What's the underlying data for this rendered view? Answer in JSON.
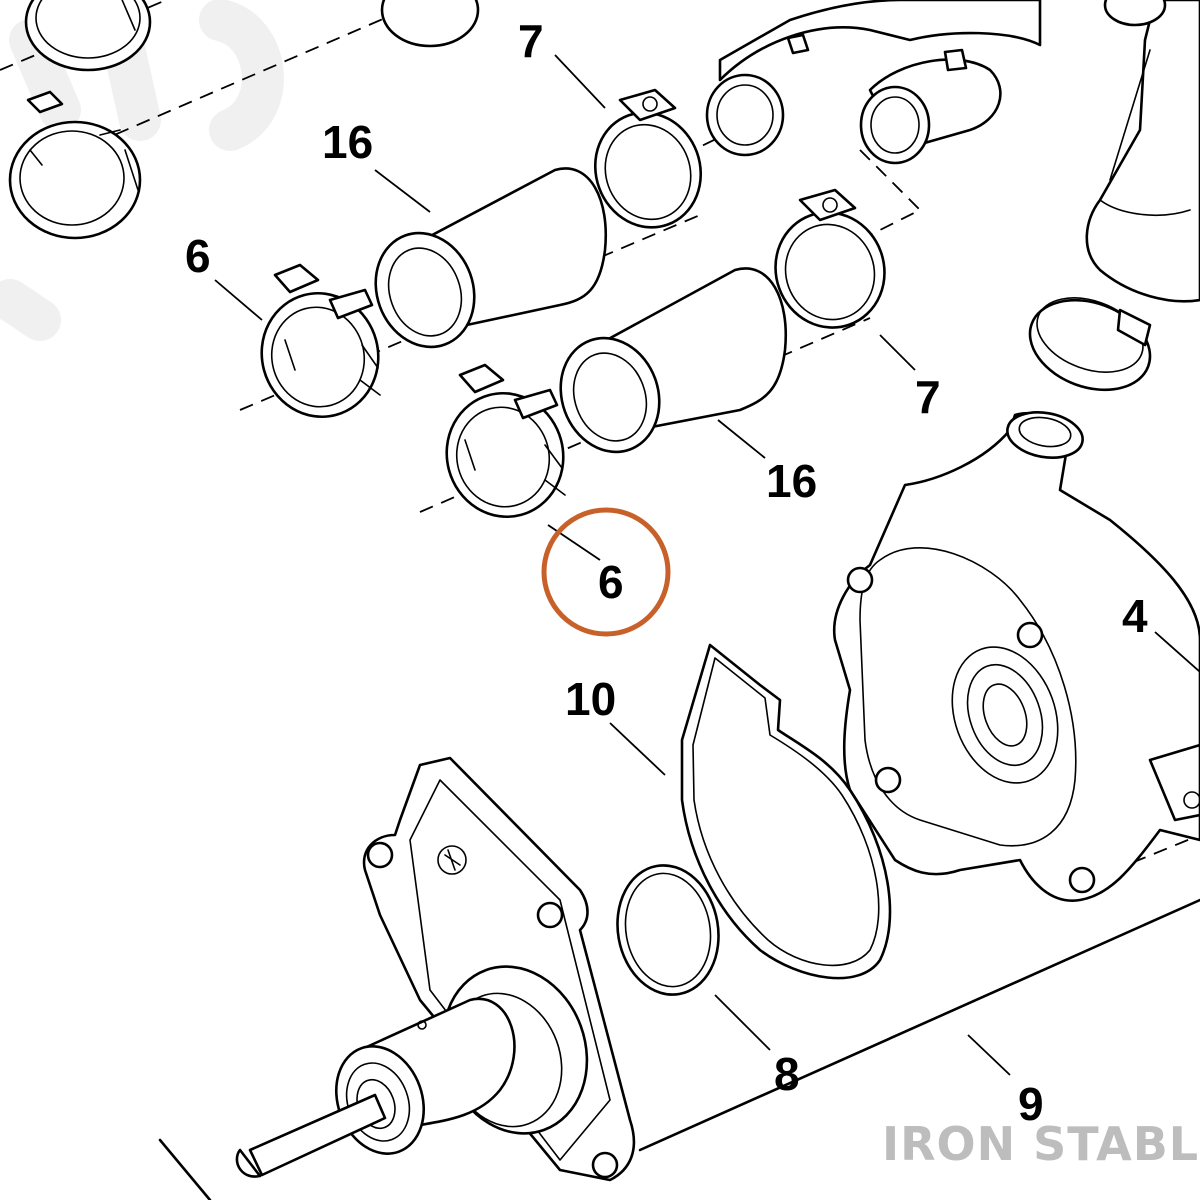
{
  "callouts": {
    "top_clamp_7": "7",
    "top_sleeve_16": "16",
    "left_clamp_6": "6",
    "right_clamp_7": "7",
    "lower_sleeve_16": "16",
    "highlighted_6": "6",
    "cover_4": "4",
    "gasket_10": "10",
    "oring_8": "8",
    "housing_9": "9"
  },
  "watermark": "IRON STABLE",
  "colors": {
    "highlight_ring": "#c8602a",
    "watermark": "#bdbdbd",
    "line": "#000000"
  }
}
